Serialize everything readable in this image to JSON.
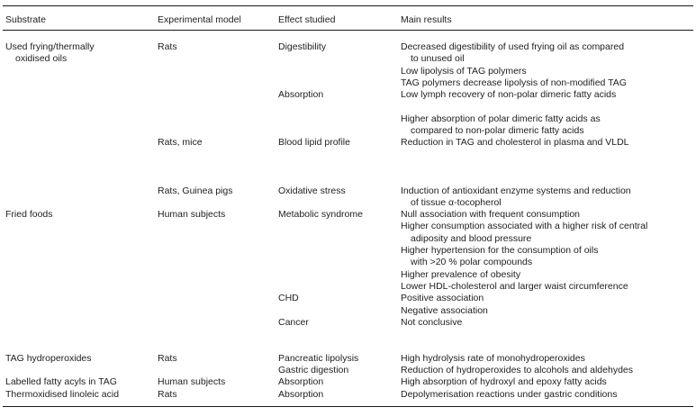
{
  "colors": {
    "background": "#ffffff",
    "text": "#1e1e1e",
    "rule": "#1a1a1a"
  },
  "table": {
    "columns": [
      {
        "id": "substrate",
        "label": "Substrate"
      },
      {
        "id": "experimental-model",
        "label": "Experimental model"
      },
      {
        "id": "effect-studied",
        "label": "Effect studied"
      },
      {
        "id": "main-results",
        "label": "Main results"
      }
    ],
    "rows": [
      {
        "cells": [
          "Used frying/thermally",
          "Rats",
          "Digestibility",
          "Decreased digestibility of used frying oil as compared"
        ]
      },
      {
        "cells": [
          {
            "text": "oxidised oils",
            "indent": true
          },
          "",
          "",
          {
            "text": "to unused oil",
            "indent": true
          }
        ]
      },
      {
        "cells": [
          "",
          "",
          "",
          "Low lipolysis of TAG polymers"
        ]
      },
      {
        "cells": [
          "",
          "",
          "",
          "TAG polymers decrease lipolysis of non-modified TAG"
        ]
      },
      {
        "cells": [
          "",
          "",
          "Absorption",
          "Low lymph recovery of non-polar dimeric fatty acids"
        ]
      },
      {
        "cells": [
          "",
          "",
          "",
          ""
        ]
      },
      {
        "cells": [
          "",
          "",
          "",
          "Higher absorption of polar dimeric fatty acids as"
        ]
      },
      {
        "cells": [
          "",
          "",
          "",
          {
            "text": "compared to non-polar dimeric fatty acids",
            "indent": true
          }
        ]
      },
      {
        "cells": [
          "",
          "Rats, mice",
          "Blood lipid profile",
          "Reduction in TAG and cholesterol in plasma and VLDL"
        ]
      },
      {
        "cells": [
          "",
          "",
          "",
          ""
        ]
      },
      {
        "cells": [
          "",
          "",
          "",
          ""
        ]
      },
      {
        "cells": [
          "",
          "",
          "",
          ""
        ]
      },
      {
        "cells": [
          "",
          "Rats, Guinea pigs",
          "Oxidative stress",
          "Induction of antioxidant enzyme systems and reduction"
        ]
      },
      {
        "cells": [
          "",
          "",
          "",
          {
            "text": "of tissue α-tocopherol",
            "indent": true
          }
        ]
      },
      {
        "cells": [
          "Fried foods",
          "Human subjects",
          "Metabolic syndrome",
          "Null association with frequent consumption"
        ]
      },
      {
        "cells": [
          "",
          "",
          "",
          "Higher consumption associated with a higher risk of central"
        ]
      },
      {
        "cells": [
          "",
          "",
          "",
          {
            "text": "adiposity and blood pressure",
            "indent": true
          }
        ]
      },
      {
        "cells": [
          "",
          "",
          "",
          "Higher hypertension for the consumption of oils"
        ]
      },
      {
        "cells": [
          "",
          "",
          "",
          {
            "text": "with >20 % polar compounds",
            "indent": true
          }
        ]
      },
      {
        "cells": [
          "",
          "",
          "",
          "Higher prevalence of obesity"
        ]
      },
      {
        "cells": [
          "",
          "",
          "",
          "Lower HDL-cholesterol and larger waist circumference"
        ]
      },
      {
        "cells": [
          "",
          "",
          "CHD",
          "Positive association"
        ]
      },
      {
        "cells": [
          "",
          "",
          "",
          "Negative association"
        ]
      },
      {
        "cells": [
          "",
          "",
          "Cancer",
          "Not conclusive"
        ]
      },
      {
        "cells": [
          "",
          "",
          "",
          ""
        ]
      },
      {
        "cells": [
          "",
          "",
          "",
          ""
        ]
      },
      {
        "cells": [
          "TAG hydroperoxides",
          "Rats",
          "Pancreatic lipolysis",
          "High hydrolysis rate of monohydroperoxides"
        ]
      },
      {
        "cells": [
          "",
          "",
          "Gastric digestion",
          "Reduction of hydroperoxides to alcohols and aldehydes"
        ]
      },
      {
        "cells": [
          "Labelled fatty acyls in TAG",
          "Human subjects",
          "Absorption",
          "High absorption of hydroxyl and epoxy fatty acids"
        ]
      },
      {
        "cells": [
          "Thermoxidised linoleic acid",
          "Rats",
          "Absorption",
          "Depolymerisation reactions under gastric conditions"
        ]
      }
    ]
  }
}
